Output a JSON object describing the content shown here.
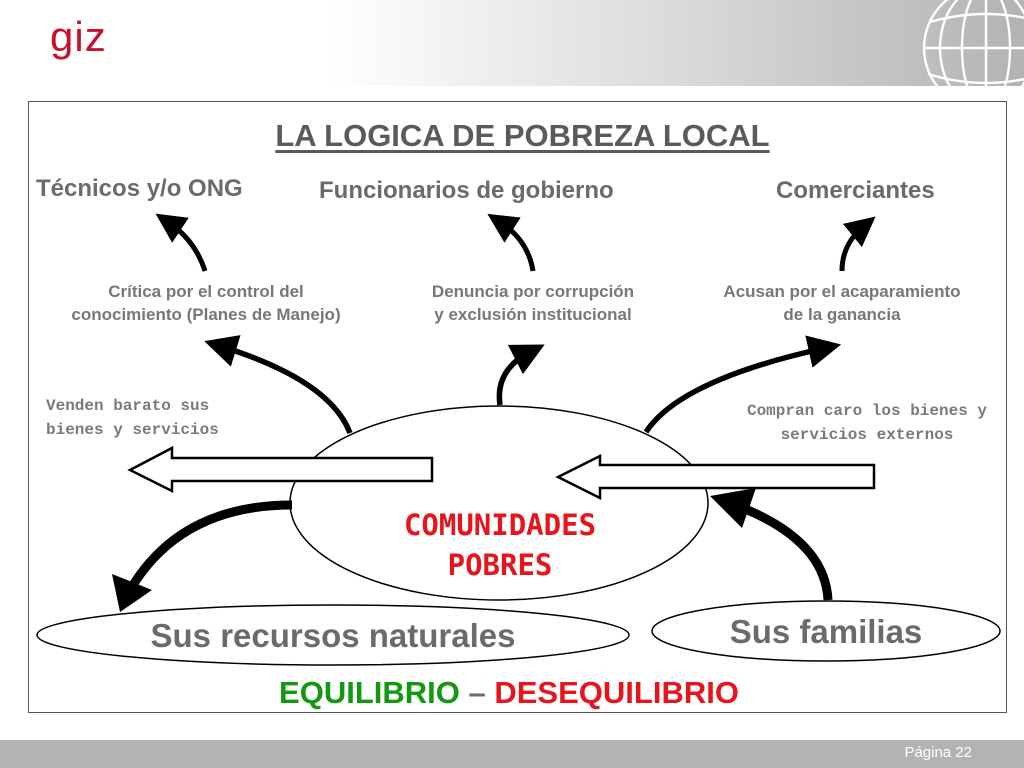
{
  "logo": "giz",
  "title": "LA LOGICA DE POBREZA LOCAL",
  "actors": {
    "tecnicos": "Técnicos y/o ONG",
    "funcionarios": "Funcionarios de gobierno",
    "comerciantes": "Comerciantes"
  },
  "critiques": {
    "tecnicos_line1": "Crítica por el control del",
    "tecnicos_line2": "conocimiento (Planes de Manejo)",
    "funcionarios_line1": "Denuncia por corrupción",
    "funcionarios_line2": "y exclusión institucional",
    "comerciantes_line1": "Acusan por el acaparamiento",
    "comerciantes_line2": "de la ganancia"
  },
  "trade": {
    "sell_line1": "Venden  barato sus",
    "sell_line2": "bienes y  servicios",
    "buy_line1": "Compran caro los bienes y",
    "buy_line2": "servicios externos"
  },
  "center": {
    "line1": "COMUNIDADES",
    "line2": "POBRES"
  },
  "resources": "Sus recursos naturales",
  "families": "Sus familias",
  "balance": {
    "equilibrio": "EQUILIBRIO",
    "dash": " – ",
    "desequilibrio": "DESEQUILIBRIO"
  },
  "footer": {
    "page": "Página 22"
  },
  "colors": {
    "brand_red": "#c8102e",
    "center_red": "#e8141c",
    "equilibrio_green": "#119911",
    "desequilibrio_red": "#e8141c",
    "text_gray": "#6b6b6b",
    "band_gray": "#b3b3b3"
  }
}
